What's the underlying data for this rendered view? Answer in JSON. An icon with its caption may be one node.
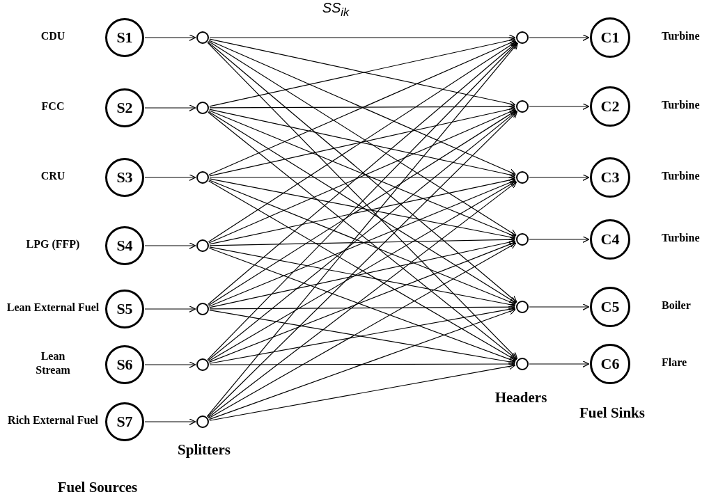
{
  "diagram": {
    "nodes": [
      {
        "text": [
          "S1"
        ],
        "beside": [
          "CDU"
        ]
      },
      {
        "text": [
          "S2"
        ],
        "beside": [
          "FCC"
        ]
      },
      {
        "text": [
          "S3"
        ],
        "beside": [
          "CRU"
        ]
      },
      {
        "text": [
          "S4"
        ],
        "beside": [
          "LPG (FFP)"
        ]
      },
      {
        "text": [
          "S5"
        ],
        "beside": [
          "Lean External Fuel"
        ]
      },
      {
        "text": [
          "S6"
        ],
        "beside": [
          "Lean Stream"
        ]
      },
      {
        "text": [
          "S7"
        ],
        "beside": [
          "Rich External Fuel"
        ]
      },
      {
        "text": [],
        "shape": "circle"
      },
      {
        "text": [],
        "shape": "circle"
      },
      {
        "text": [],
        "shape": "circle"
      },
      {
        "text": [],
        "shape": "circle"
      },
      {
        "text": [],
        "shape": "circle"
      },
      {
        "text": [],
        "shape": "circle"
      },
      {
        "text": [],
        "shape": "circle"
      },
      {
        "text": [],
        "shape": "circle"
      },
      {
        "text": [],
        "shape": "circle"
      },
      {
        "text": [],
        "shape": "circle"
      },
      {
        "text": [],
        "shape": "circle"
      },
      {
        "text": [],
        "shape": "circle"
      },
      {
        "text": [],
        "shape": "circle"
      },
      {
        "text": [
          "C1"
        ],
        "beside": [
          "Turbine"
        ]
      },
      {
        "text": [
          "C2"
        ],
        "beside": [
          "Turbine"
        ]
      },
      {
        "text": [
          "C3"
        ],
        "beside": [
          "Turbine"
        ]
      },
      {
        "text": [
          "C4"
        ],
        "beside": [
          "Turbine"
        ]
      },
      {
        "text": [
          "C5"
        ],
        "beside": [
          "Boiler"
        ]
      },
      {
        "text": [
          "C6"
        ],
        "beside": [
          "Flare"
        ]
      }
    ],
    "edges": [
      {
        "from": 0,
        "to": 7,
        "arrow": "to"
      },
      {
        "from": 1,
        "to": 8,
        "arrow": "to"
      },
      {
        "from": 2,
        "to": 9,
        "arrow": "to"
      },
      {
        "from": 3,
        "to": 10,
        "arrow": "to"
      },
      {
        "from": 4,
        "to": 11,
        "arrow": "to"
      },
      {
        "from": 5,
        "to": 12,
        "arrow": "to"
      },
      {
        "from": 6,
        "to": 13,
        "arrow": "to"
      },
      {
        "from": 7,
        "to": 14,
        "arrow": "to"
      },
      {
        "from": 7,
        "to": 15,
        "arrow": "to"
      },
      {
        "from": 7,
        "to": 16,
        "arrow": "to"
      },
      {
        "from": 7,
        "to": 17,
        "arrow": "to"
      },
      {
        "from": 7,
        "to": 18,
        "arrow": "to"
      },
      {
        "from": 7,
        "to": 19,
        "arrow": "to"
      },
      {
        "from": 8,
        "to": 14,
        "arrow": "to"
      },
      {
        "from": 8,
        "to": 15,
        "arrow": "to"
      },
      {
        "from": 8,
        "to": 16,
        "arrow": "to"
      },
      {
        "from": 8,
        "to": 17,
        "arrow": "to"
      },
      {
        "from": 8,
        "to": 18,
        "arrow": "to"
      },
      {
        "from": 8,
        "to": 19,
        "arrow": "to"
      },
      {
        "from": 9,
        "to": 14,
        "arrow": "to"
      },
      {
        "from": 9,
        "to": 15,
        "arrow": "to"
      },
      {
        "from": 9,
        "to": 16,
        "arrow": "to"
      },
      {
        "from": 9,
        "to": 17,
        "arrow": "to"
      },
      {
        "from": 9,
        "to": 18,
        "arrow": "to"
      },
      {
        "from": 9,
        "to": 19,
        "arrow": "to"
      },
      {
        "from": 10,
        "to": 14,
        "arrow": "to"
      },
      {
        "from": 10,
        "to": 15,
        "arrow": "to"
      },
      {
        "from": 10,
        "to": 16,
        "arrow": "to"
      },
      {
        "from": 10,
        "to": 17,
        "arrow": "to"
      },
      {
        "from": 10,
        "to": 18,
        "arrow": "to"
      },
      {
        "from": 10,
        "to": 19,
        "arrow": "to"
      },
      {
        "from": 11,
        "to": 14,
        "arrow": "to"
      },
      {
        "from": 11,
        "to": 15,
        "arrow": "to"
      },
      {
        "from": 11,
        "to": 16,
        "arrow": "to"
      },
      {
        "from": 11,
        "to": 17,
        "arrow": "to"
      },
      {
        "from": 11,
        "to": 18,
        "arrow": "to"
      },
      {
        "from": 11,
        "to": 19,
        "arrow": "to"
      },
      {
        "from": 12,
        "to": 14,
        "arrow": "to"
      },
      {
        "from": 12,
        "to": 15,
        "arrow": "to"
      },
      {
        "from": 12,
        "to": 16,
        "arrow": "to"
      },
      {
        "from": 12,
        "to": 17,
        "arrow": "to"
      },
      {
        "from": 12,
        "to": 18,
        "arrow": "to"
      },
      {
        "from": 12,
        "to": 19,
        "arrow": "to"
      },
      {
        "from": 13,
        "to": 14,
        "arrow": "to"
      },
      {
        "from": 13,
        "to": 15,
        "arrow": "to"
      },
      {
        "from": 13,
        "to": 16,
        "arrow": "to"
      },
      {
        "from": 13,
        "to": 17,
        "arrow": "to"
      },
      {
        "from": 13,
        "to": 18,
        "arrow": "to"
      },
      {
        "from": 13,
        "to": 19,
        "arrow": "to"
      },
      {
        "from": 14,
        "to": 20,
        "arrow": "to"
      },
      {
        "from": 15,
        "to": 21,
        "arrow": "to"
      },
      {
        "from": 16,
        "to": 22,
        "arrow": "to"
      },
      {
        "from": 17,
        "to": 23,
        "arrow": "to"
      },
      {
        "from": 18,
        "to": 24,
        "arrow": "to"
      },
      {
        "from": 19,
        "to": 25,
        "arrow": "to"
      }
    ],
    "labels": [
      "SS$_{ik}$",
      "Splitters",
      "Headers",
      "Fuel Sinks",
      "Fuel Sources"
    ]
  }
}
